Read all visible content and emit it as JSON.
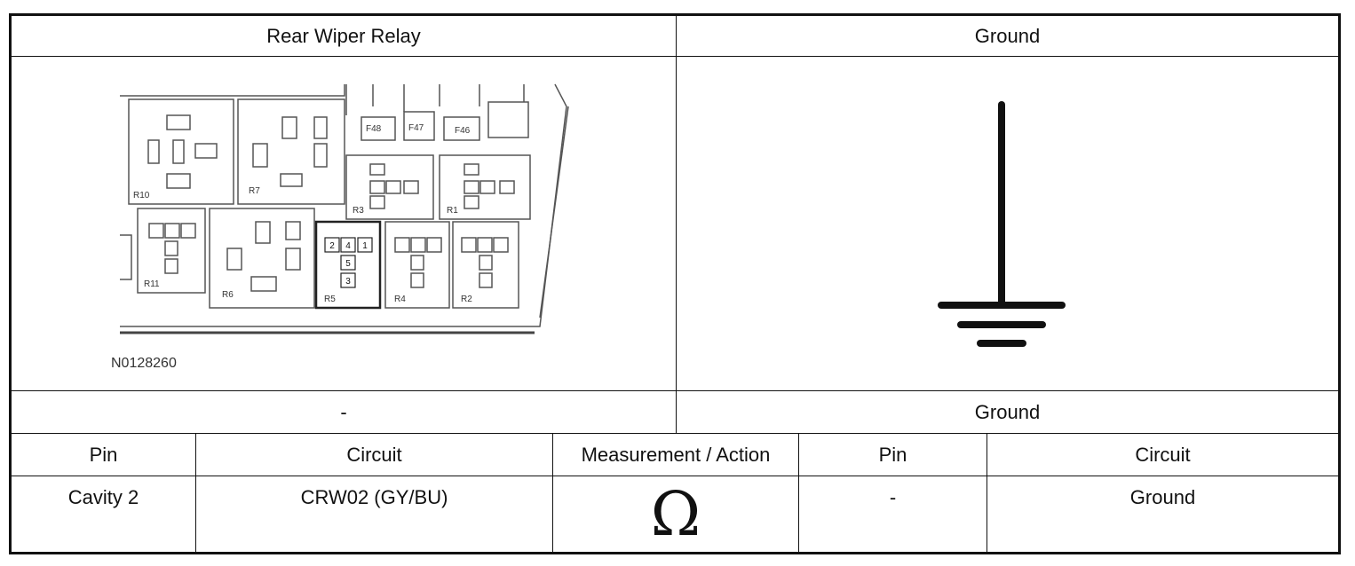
{
  "header": {
    "left_title": "Rear Wiper Relay",
    "right_title": "Ground"
  },
  "connector_diagram": {
    "figure_id": "N0128260",
    "fuse_labels": [
      "F48",
      "F47",
      "F46"
    ],
    "relay_labels": [
      "R10",
      "R7",
      "R3",
      "R1",
      "R11",
      "R6",
      "R5",
      "R4",
      "R2"
    ],
    "highlighted_relay": "R5",
    "pin_labels": [
      "2",
      "4",
      "1",
      "5",
      "3"
    ]
  },
  "ground_symbol": {
    "icon": "ground-symbol-icon"
  },
  "subheader": {
    "left": "-",
    "right": "Ground"
  },
  "table": {
    "headers": [
      "Pin",
      "Circuit",
      "Measurement / Action",
      "Pin",
      "Circuit"
    ],
    "row": {
      "pin_a": "Cavity 2",
      "circuit_a": "CRW02 (GY/BU)",
      "measurement_symbol": "Ω",
      "pin_b": "-",
      "circuit_b": "Ground"
    }
  }
}
